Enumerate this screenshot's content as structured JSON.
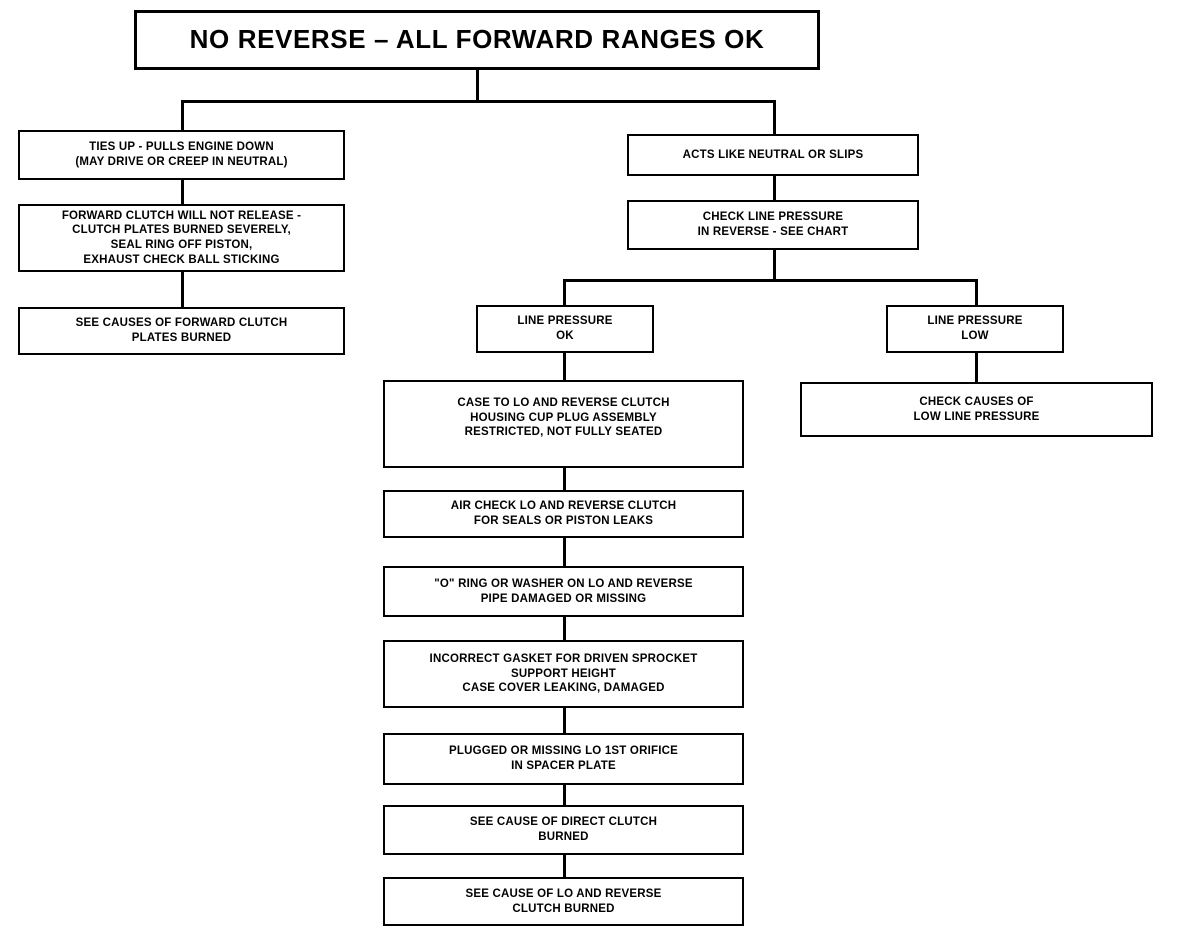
{
  "diagram": {
    "title": "NO REVERSE – ALL FORWARD RANGES OK",
    "nodes": {
      "root": "NO REVERSE – ALL FORWARD RANGES OK",
      "left_symptom": "TIES UP - PULLS ENGINE DOWN\n(MAY DRIVE OR CREEP IN NEUTRAL)",
      "left_cause": "FORWARD CLUTCH WILL NOT RELEASE -\nCLUTCH PLATES BURNED SEVERELY,\nSEAL RING OFF PISTON,\nEXHAUST CHECK BALL STICKING",
      "left_action": "SEE CAUSES OF FORWARD CLUTCH\nPLATES BURNED",
      "right_symptom": "ACTS LIKE NEUTRAL OR SLIPS",
      "check_line_pressure": "CHECK LINE PRESSURE\nIN REVERSE - SEE CHART",
      "line_pressure_ok": "LINE PRESSURE\nOK",
      "line_pressure_low": "LINE PRESSURE\nLOW",
      "check_causes_low": "CHECK CAUSES OF\nLOW LINE PRESSURE",
      "step_1": "CASE TO LO AND REVERSE CLUTCH\nHOUSING CUP PLUG ASSEMBLY\nRESTRICTED, NOT FULLY SEATED",
      "step_2": "AIR CHECK LO AND REVERSE CLUTCH\nFOR SEALS OR PISTON LEAKS",
      "step_3": "\"O\" RING OR WASHER ON LO AND REVERSE\nPIPE DAMAGED OR MISSING",
      "step_4": "INCORRECT GASKET FOR DRIVEN SPROCKET\nSUPPORT HEIGHT\nCASE COVER LEAKING, DAMAGED",
      "step_5": "PLUGGED OR MISSING LO 1ST ORIFICE\nIN SPACER PLATE",
      "step_6": "SEE CAUSE OF DIRECT CLUTCH\nBURNED",
      "step_7": "SEE CAUSE OF LO AND REVERSE\nCLUTCH BURNED"
    },
    "colors": {
      "line": "#000000",
      "background": "#ffffff",
      "text": "#000000"
    }
  }
}
